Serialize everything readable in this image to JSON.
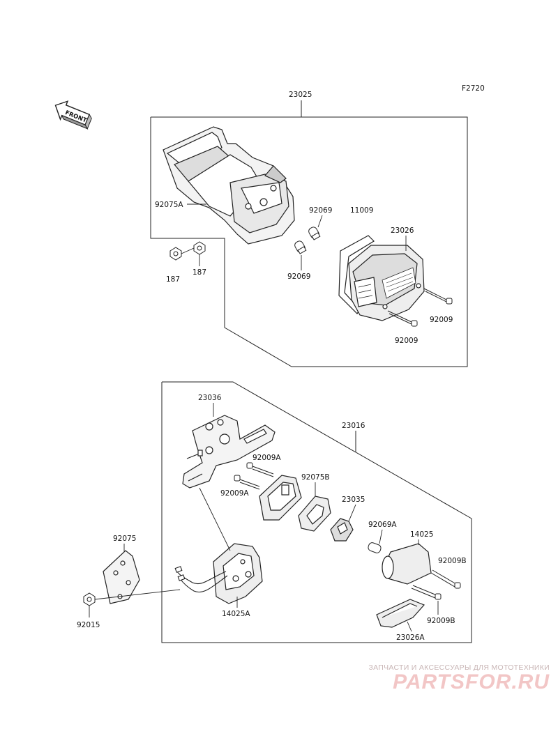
{
  "figure_code": "F2720",
  "front_label": "FRONT",
  "upper_group": {
    "assembly": "23025",
    "parts": [
      "92075A",
      "187",
      "187",
      "92069",
      "92069",
      "11009",
      "23026",
      "92009",
      "92009"
    ]
  },
  "lower_group": {
    "assembly": "23016",
    "parts": [
      "23036",
      "92009A",
      "92009A",
      "92075B",
      "23035",
      "92069A",
      "14025",
      "92009B",
      "92009B",
      "14025A",
      "23026A"
    ]
  },
  "outside_parts": [
    "92075",
    "92015"
  ],
  "watermark": {
    "tagline": "ЗАПЧАСТИ И АКСЕССУАРЫ ДЛЯ МОТОТЕХНИКИ",
    "logo": "PARTSFOR.RU"
  }
}
